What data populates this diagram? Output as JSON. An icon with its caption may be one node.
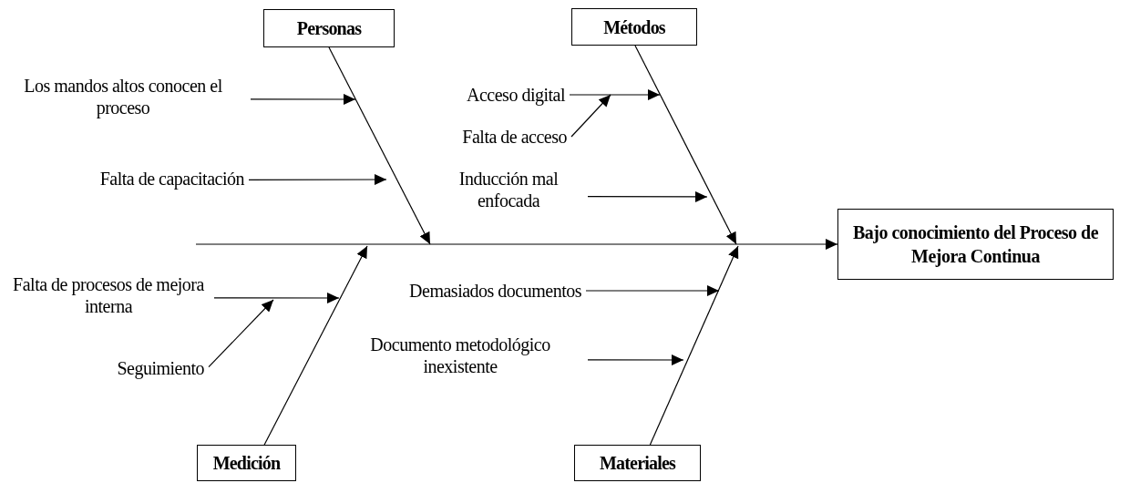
{
  "diagram": {
    "nodes": [
      {
        "text": [
          "Personas"
        ]
      },
      {
        "text": [
          "Métodos"
        ]
      },
      {
        "text": [
          "Medición"
        ]
      },
      {
        "text": [
          "Materiales"
        ]
      },
      {
        "text": [
          "Bajo conocimiento del Proceso de Mejora Continua"
        ]
      },
      {
        "text": [
          "Los mandos altos conocen el proceso"
        ]
      },
      {
        "text": [
          "Falta de capacitación"
        ]
      },
      {
        "text": [
          "Acceso digital"
        ]
      },
      {
        "text": [
          "Falta de acceso"
        ]
      },
      {
        "text": [
          "Inducción mal enfocada"
        ]
      },
      {
        "text": [
          "Falta de procesos de mejora interna"
        ]
      },
      {
        "text": [
          "Seguimiento"
        ]
      },
      {
        "text": [
          "Demasiados documentos"
        ]
      },
      {
        "text": [
          "Documento metodológico inexistente"
        ]
      }
    ],
    "edges": [
      {
        "from": 0,
        "to": null,
        "arrow": "to"
      },
      {
        "from": 1,
        "to": null,
        "arrow": "to"
      },
      {
        "from": 2,
        "to": null,
        "arrow": "to"
      },
      {
        "from": 3,
        "to": null,
        "arrow": "to"
      },
      {
        "from": null,
        "to": 4,
        "arrow": "to"
      },
      {
        "from": 5,
        "to": null,
        "arrow": "to"
      },
      {
        "from": 6,
        "to": null,
        "arrow": "to"
      },
      {
        "from": 7,
        "to": null,
        "arrow": "to"
      },
      {
        "from": 8,
        "to": null,
        "arrow": "to"
      },
      {
        "from": 9,
        "to": null,
        "arrow": "to"
      },
      {
        "from": 10,
        "to": null,
        "arrow": "to"
      },
      {
        "from": 11,
        "to": null,
        "arrow": "to"
      },
      {
        "from": 12,
        "to": null,
        "arrow": "to"
      },
      {
        "from": 13,
        "to": null,
        "arrow": "to"
      }
    ]
  }
}
